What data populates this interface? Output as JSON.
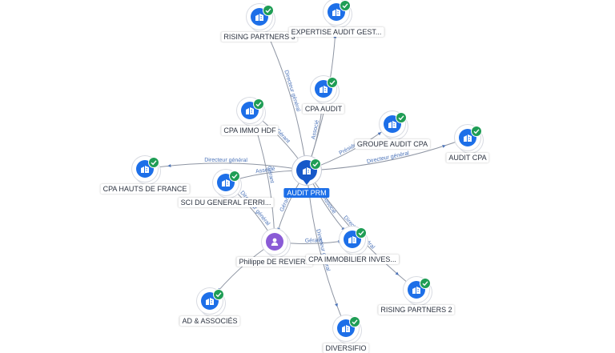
{
  "center": {
    "id": "main",
    "label": "AUDIT PRM"
  },
  "nodes": [
    {
      "id": "rising1",
      "label": "RISING PARTNERS 3",
      "type": "company"
    },
    {
      "id": "expertise",
      "label": "EXPERTISE AUDIT GEST...",
      "type": "company"
    },
    {
      "id": "cpaaudit",
      "label": "CPA AUDIT",
      "type": "company"
    },
    {
      "id": "cpaimmo",
      "label": "CPA IMMO HDF",
      "type": "company"
    },
    {
      "id": "groupe",
      "label": "GROUPE AUDIT CPA",
      "type": "company"
    },
    {
      "id": "auditcpa",
      "label": "AUDIT CPA",
      "type": "company"
    },
    {
      "id": "hauts",
      "label": "CPA HAUTS DE FRANCE",
      "type": "company"
    },
    {
      "id": "sci",
      "label": "SCI DU GENERAL FERRI...",
      "type": "company"
    },
    {
      "id": "philippe",
      "label": "Philippe DE REVIERS",
      "type": "person"
    },
    {
      "id": "immobilier",
      "label": "CPA IMMOBILIER INVES...",
      "type": "company"
    },
    {
      "id": "rising2",
      "label": "RISING PARTNERS 2",
      "type": "company"
    },
    {
      "id": "ad",
      "label": "AD & ASSOCIÉS",
      "type": "company"
    },
    {
      "id": "diversifio",
      "label": "DIVERSIFIO",
      "type": "company"
    }
  ],
  "edges": [
    {
      "from": "main",
      "to": "rising1",
      "label": "Directeur général"
    },
    {
      "from": "main",
      "to": "expertise",
      "label": "Associé"
    },
    {
      "from": "main",
      "to": "cpaaudit",
      "label": "Associé"
    },
    {
      "from": "main",
      "to": "cpaimmo",
      "label": "Gérant"
    },
    {
      "from": "main",
      "to": "groupe",
      "label": "Président"
    },
    {
      "from": "main",
      "to": "auditcpa",
      "label": "Directeur général"
    },
    {
      "from": "main",
      "to": "hauts",
      "label": "Directeur général"
    },
    {
      "from": "main",
      "to": "sci",
      "label": "Associé"
    },
    {
      "from": "main",
      "to": "philippe",
      "label": "Gérant"
    },
    {
      "from": "main",
      "to": "immobilier",
      "label": "Associé"
    },
    {
      "from": "main",
      "to": "rising2",
      "label": "Directeur général"
    },
    {
      "from": "main",
      "to": "diversifio",
      "label": "Directeur général"
    },
    {
      "from": "philippe",
      "to": "immobilier",
      "label": "Gérant"
    },
    {
      "from": "philippe",
      "to": "ad",
      "label": ""
    },
    {
      "from": "philippe",
      "to": "sci",
      "label": "Directeur général"
    },
    {
      "from": "philippe",
      "to": "cpaimmo",
      "label": "Gérant"
    }
  ],
  "colors": {
    "company": "#1d6fe8",
    "person": "#8a5bd6",
    "check": "#1f9d55",
    "edge": "#8e95a3",
    "edge_label": "#4a72b8"
  },
  "icons": {
    "company": "building-icon",
    "person": "person-icon",
    "status": "check-icon"
  }
}
